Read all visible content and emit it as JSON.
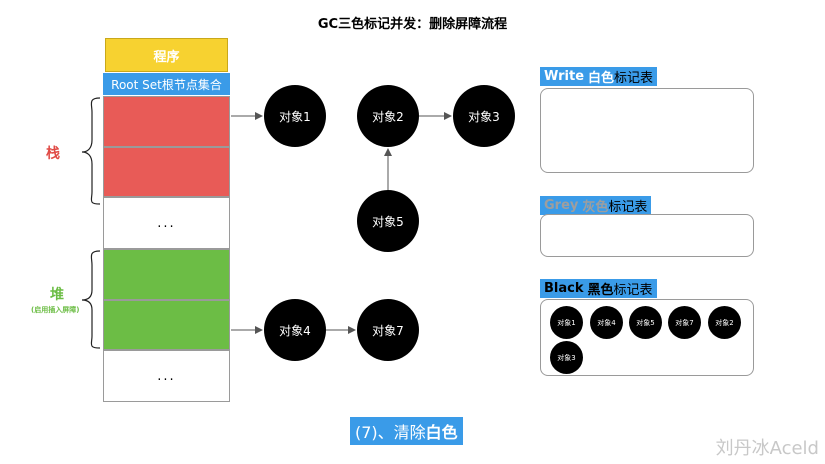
{
  "title": "GC三色标记并发：删除屏障流程",
  "program_label": "程序",
  "root_set_label": "Root Set根节点集合",
  "stack_label": "栈",
  "heap_label": "堆",
  "heap_sublabel": "(启用插入屏障)",
  "stack_cells": [
    "",
    "",
    "..."
  ],
  "heap_cells": [
    "",
    "",
    "..."
  ],
  "objects": {
    "o1": "对象1",
    "o2": "对象2",
    "o3": "对象3",
    "o5": "对象5",
    "o4": "对象4",
    "o7": "对象7"
  },
  "tables": {
    "white": {
      "en": "Write",
      "zh_color": "白色",
      "zh_rest": "标记表",
      "items": []
    },
    "grey": {
      "en": "Grey",
      "zh_color": "灰色",
      "zh_rest": "标记表",
      "items": []
    },
    "black": {
      "en": "Black",
      "zh_color": "黑色",
      "zh_rest": "标记表",
      "items": [
        "对象1",
        "对象4",
        "对象5",
        "对象7",
        "对象2",
        "对象3"
      ]
    }
  },
  "step": {
    "prefix": "(7)、清除",
    "highlight": "白色"
  },
  "watermark": "刘丹冰Aceld",
  "colors": {
    "program": "#f7d230",
    "accent_blue": "#3a9be8",
    "stack_red": "#e85b57",
    "heap_green": "#6cbd45",
    "white_text": "#ffffff",
    "grey_text": "#9e9e9e",
    "black_text": "#000000"
  }
}
